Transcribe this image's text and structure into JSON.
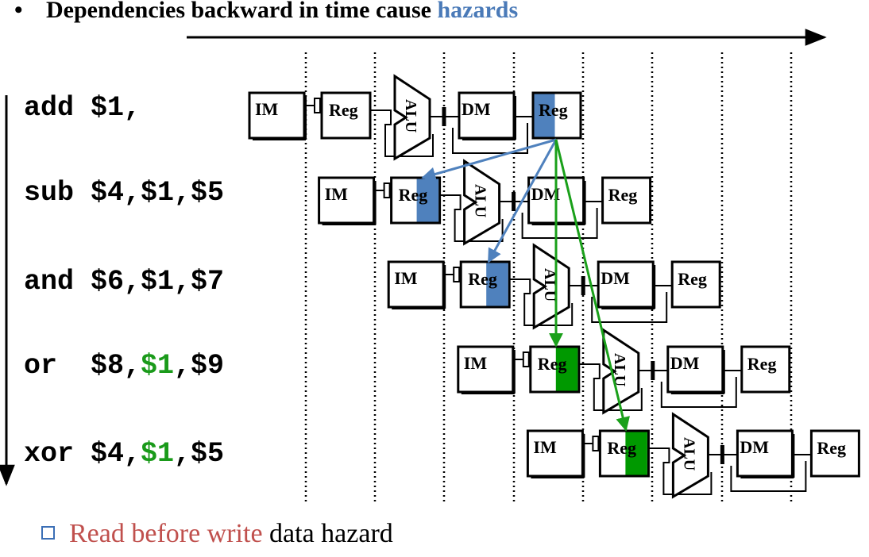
{
  "header": {
    "bullet": "•",
    "text": "Dependencies backward in time cause ",
    "highlight": "hazards"
  },
  "instructions": [
    {
      "parts": [
        {
          "text": "add $1,",
          "green": false
        }
      ]
    },
    {
      "parts": [
        {
          "text": "sub $4,$1,$5",
          "green": false
        }
      ]
    },
    {
      "parts": [
        {
          "text": "and $6,$1,$7",
          "green": false
        }
      ]
    },
    {
      "parts": [
        {
          "text": "or  $8,",
          "green": false
        },
        {
          "text": "$1",
          "green": true
        },
        {
          "text": ",$9",
          "green": false
        }
      ]
    },
    {
      "parts": [
        {
          "text": "xor $4,",
          "green": false
        },
        {
          "text": "$1",
          "green": true
        },
        {
          "text": ",$5",
          "green": false
        }
      ]
    }
  ],
  "stages": {
    "im": "IM",
    "reg": "Reg",
    "alu": "ALU",
    "dm": "DM"
  },
  "footer": {
    "red_text": "Read before write",
    "rest_text": " data hazard"
  },
  "colors": {
    "highlight_blue": "#4a7ab8",
    "reg_blue": "#4f81bd",
    "reg_green": "#009900",
    "arrow_green": "#1aa01a",
    "instr_green": "#1a9a1a",
    "footer_red": "#c0504d",
    "bullet_box": "#3b6fb6"
  },
  "hazards": {
    "blue_targets": [
      1,
      2
    ],
    "green_targets": [
      3,
      4
    ]
  }
}
